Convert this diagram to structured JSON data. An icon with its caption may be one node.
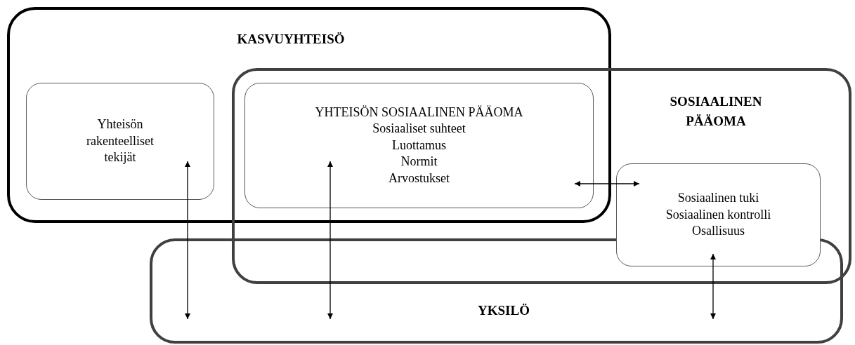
{
  "diagram": {
    "nodes": [
      {
        "text": [
          "KASVUYHTEISÖ"
        ]
      },
      {
        "text": [
          "Yhteisön rakenteelliset tekijät"
        ],
        "in": 0
      },
      {
        "text": [
          "SOSIAALINEN PÄÄOMA"
        ]
      },
      {
        "text": [
          "YHTEISÖN SOSIAALINEN PÄÄOMA",
          "Sosiaaliset suhteet",
          "Luottamus",
          "Normit",
          "Arvostukset"
        ]
      },
      {
        "text": [
          "Sosiaalinen tuki",
          "Sosiaalinen kontrolli",
          "Osallisuus"
        ],
        "in": 2
      },
      {
        "text": [
          "YKSILÖ"
        ]
      }
    ],
    "edges": [
      {
        "from": 1,
        "to": 5,
        "arrow": "both"
      },
      {
        "from": 3,
        "to": 5,
        "arrow": "both"
      },
      {
        "from": 3,
        "to": 4,
        "arrow": "both"
      },
      {
        "from": 4,
        "to": 5,
        "arrow": "both"
      }
    ]
  }
}
